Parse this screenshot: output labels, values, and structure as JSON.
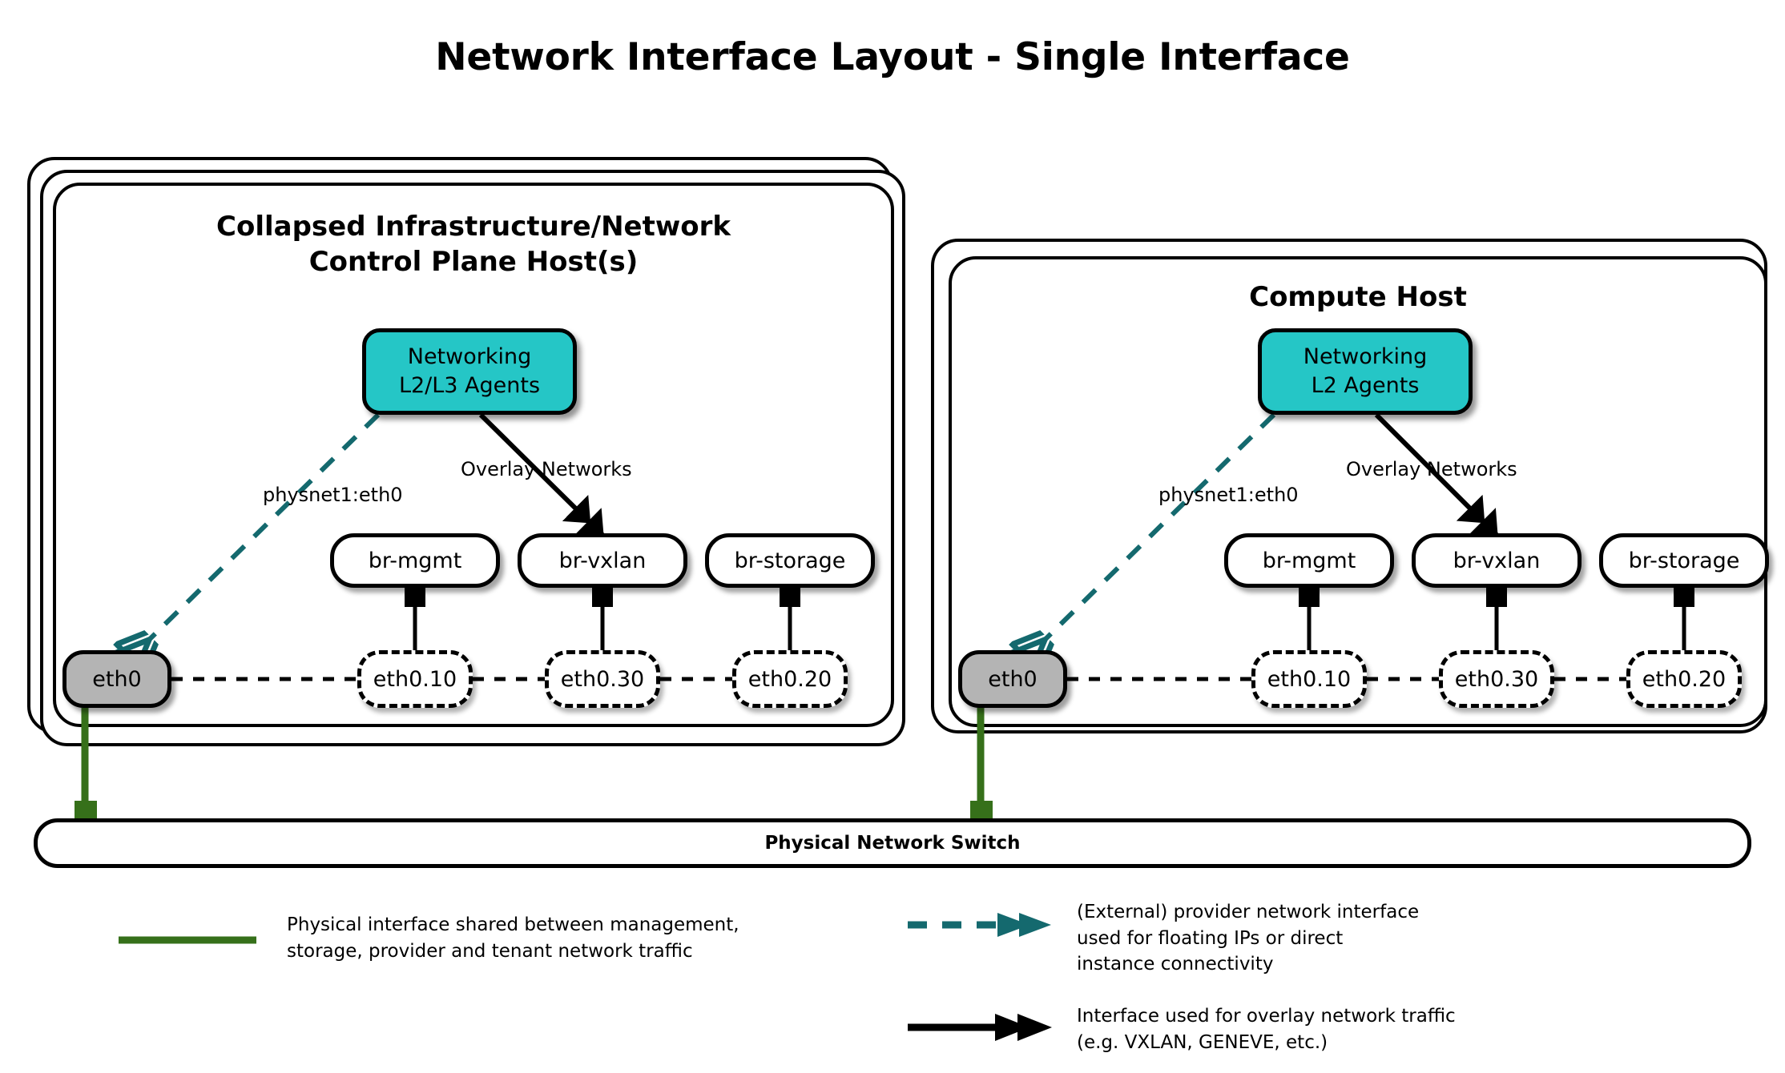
{
  "title": "Network Interface Layout - Single Interface",
  "colors": {
    "agent_fill": "#25c6c6",
    "nic_fill": "#b4b4b4",
    "provider_line": "#14696e",
    "physical_line": "#36701a",
    "outline": "#000000"
  },
  "hosts": [
    {
      "id": "control-plane",
      "title": "Collapsed Infrastructure/Network\nControl Plane Host(s)",
      "title_line1": "Collapsed Infrastructure/Network",
      "title_line2": "Control Plane Host(s)",
      "stack_count": 3,
      "agent": {
        "line1": "Networking",
        "line2": "L2/L3 Agents"
      },
      "edge_labels": {
        "provider": "physnet1:eth0",
        "overlay": "Overlay Networks"
      },
      "nic": "eth0",
      "bridges": [
        "br-mgmt",
        "br-vxlan",
        "br-storage"
      ],
      "vlans": [
        "eth0.10",
        "eth0.30",
        "eth0.20"
      ]
    },
    {
      "id": "compute",
      "title": "Compute Host",
      "title_line1": "Compute Host",
      "title_line2": "",
      "stack_count": 2,
      "agent": {
        "line1": "Networking",
        "line2": "L2 Agents"
      },
      "edge_labels": {
        "provider": "physnet1:eth0",
        "overlay": "Overlay Networks"
      },
      "nic": "eth0",
      "bridges": [
        "br-mgmt",
        "br-vxlan",
        "br-storage"
      ],
      "vlans": [
        "eth0.10",
        "eth0.30",
        "eth0.20"
      ]
    }
  ],
  "switch": {
    "label": "Physical Network Switch"
  },
  "legend": [
    {
      "id": "physical-interface",
      "style": "solid-green-line",
      "text": "Physical interface shared between management,\nstorage, provider and tenant network traffic"
    },
    {
      "id": "provider-interface",
      "style": "dashed-teal-double-arrow",
      "text": "(External) provider network interface\nused for floating IPs or direct\ninstance connectivity"
    },
    {
      "id": "overlay-interface",
      "style": "solid-black-double-arrow",
      "text": "Interface used for overlay network traffic\n(e.g. VXLAN, GENEVE, etc.)"
    }
  ]
}
